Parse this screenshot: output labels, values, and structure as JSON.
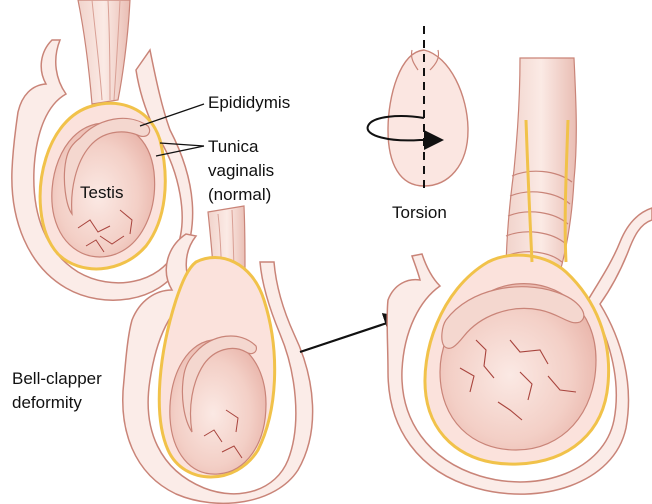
{
  "labels": {
    "epididymis": "Epididymis",
    "tunica_line1": "Tunica",
    "tunica_line2": "vaginalis",
    "tunica_line3": "(normal)",
    "testis": "Testis",
    "torsion": "Torsion",
    "bell_line1": "Bell-clapper",
    "bell_line2": "deformity"
  },
  "colors": {
    "skin_outline": "#c98478",
    "tissue_fill": "#f6dcd6",
    "testis_fill": "#f1c9c0",
    "tunica_yellow": "#f1c24a",
    "vessel": "#a8443d",
    "label_text": "#111111"
  }
}
